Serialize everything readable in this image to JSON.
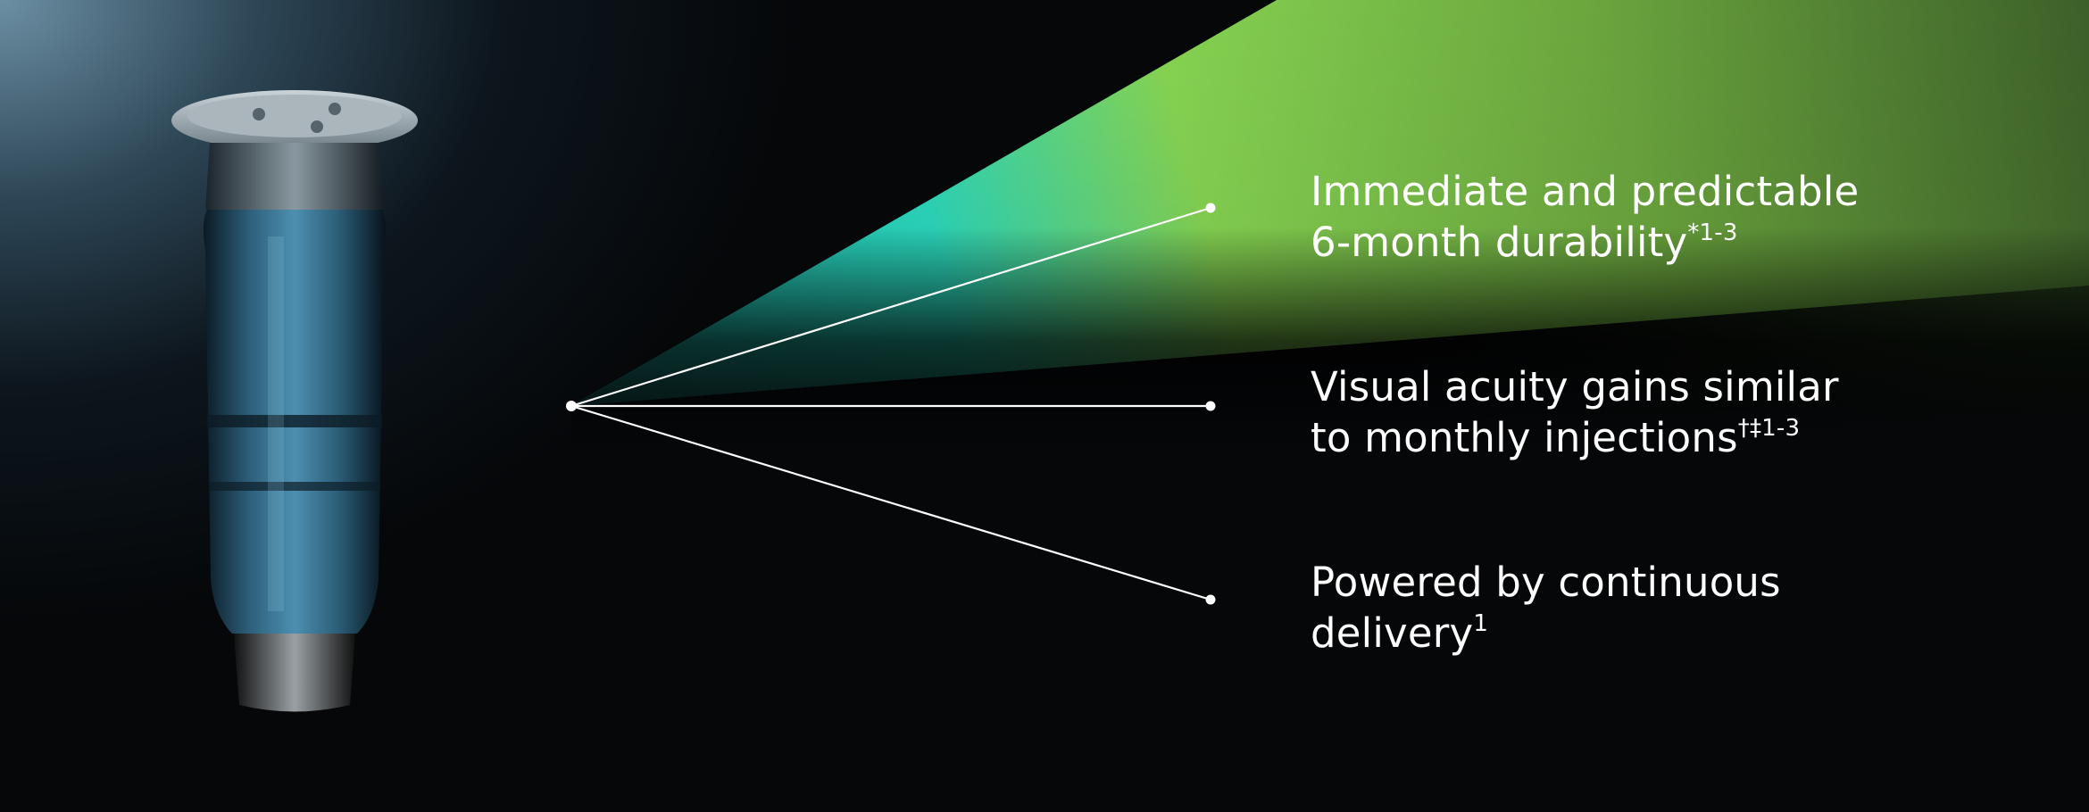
{
  "benefits": [
    {
      "line1": "Immediate and predictable",
      "line2": "6-month durability",
      "sup": "*1-3"
    },
    {
      "line1": "Visual acuity gains similar",
      "line2": "to monthly injections",
      "sup": "†‡1-3"
    },
    {
      "line1": "Powered by continuous",
      "line2": "delivery",
      "sup": "1"
    }
  ],
  "colors": {
    "background": "#050709",
    "beam_cyan": "#25d9c4",
    "beam_green": "#8cd64f",
    "beam_olive": "#3f6a2a",
    "text": "#ffffff",
    "vial_blue": "#3f7d9b"
  },
  "icons": {
    "product": "implant-vial-icon",
    "connector": "connector-line-icon"
  }
}
